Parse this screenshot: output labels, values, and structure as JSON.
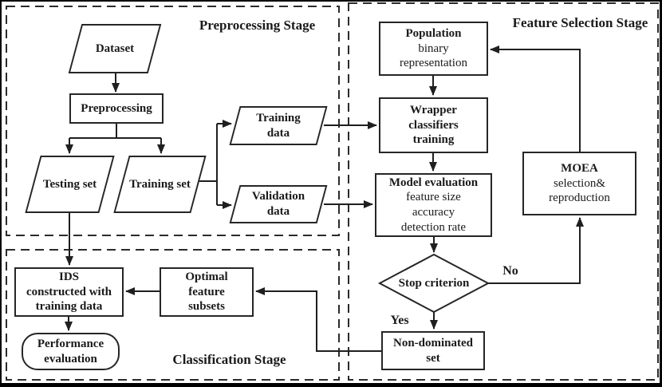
{
  "stage_labels": {
    "preprocessing": "Preprocessing Stage",
    "feature_selection": "Feature Selection Stage",
    "classification": "Classification Stage"
  },
  "nodes": {
    "dataset": {
      "shape": "parallelogram",
      "lines": [
        "Dataset"
      ]
    },
    "preprocessing": {
      "shape": "rect",
      "lines": [
        "Preprocessing"
      ]
    },
    "testing_set": {
      "shape": "parallelogram",
      "lines": [
        "Testing set"
      ]
    },
    "training_set": {
      "shape": "parallelogram",
      "lines": [
        "Training set"
      ]
    },
    "training_data": {
      "shape": "parallelogram",
      "lines": [
        "Training",
        "data"
      ]
    },
    "validation_data": {
      "shape": "parallelogram",
      "lines": [
        "Validation",
        "data"
      ]
    },
    "population": {
      "shape": "rect",
      "lines": [
        "Population",
        "binary",
        "representation"
      ]
    },
    "wrapper_training": {
      "shape": "rect",
      "lines": [
        "Wrapper",
        "classifiers",
        "training"
      ]
    },
    "model_evaluation": {
      "shape": "rect",
      "lines": [
        "Model evaluation",
        "feature size",
        "accuracy",
        "detection rate"
      ]
    },
    "moea": {
      "shape": "rect",
      "lines": [
        "MOEA",
        "selection&",
        "reproduction"
      ]
    },
    "stop_criterion": {
      "shape": "diamond",
      "lines": [
        "Stop criterion"
      ]
    },
    "non_dominated_set": {
      "shape": "rect",
      "lines": [
        "Non-dominated",
        "set"
      ]
    },
    "optimal_subsets": {
      "shape": "rect",
      "lines": [
        "Optimal",
        "feature",
        "subsets"
      ]
    },
    "ids": {
      "shape": "rect",
      "lines": [
        "IDS",
        "constructed with",
        "training data"
      ]
    },
    "performance": {
      "shape": "rounded",
      "lines": [
        "Performance",
        "evaluation"
      ]
    }
  },
  "edge_labels": {
    "no": "No",
    "yes": "Yes"
  },
  "colors": {
    "frame": "#000000",
    "line": "#1f1f1f",
    "node_border": "#262626",
    "background": "#ffffff",
    "text": "#1a1a1a"
  }
}
